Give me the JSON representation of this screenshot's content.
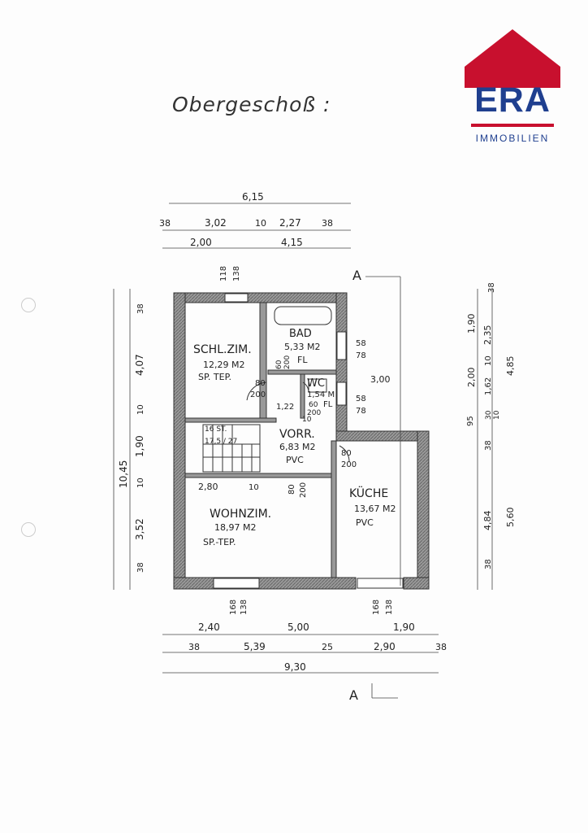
{
  "title": "Obergeschoß :",
  "logo": {
    "name": "ERA",
    "subtitle": "IMMOBILIEN",
    "colors": {
      "roof": "#c8102e",
      "text": "#1f3f8f",
      "bar": "#c8102e"
    }
  },
  "rooms": [
    {
      "name": "SCHL.ZIM.",
      "area": "12,29 M2",
      "floor": "SP. TEP."
    },
    {
      "name": "BAD",
      "area": "5,33 M2",
      "floor": "FL"
    },
    {
      "name": "WC",
      "area": "1,54 M",
      "floor": "FL"
    },
    {
      "name": "VORR.",
      "area": "6,83 M2",
      "floor": "PVC"
    },
    {
      "name": "KÜCHE",
      "area": "13,67 M2",
      "floor": "PVC"
    },
    {
      "name": "WOHNZIM.",
      "area": "18,97 M2",
      "floor": "SP.-TEP."
    }
  ],
  "stairs": {
    "steps": "16 ST.",
    "ratio": "17,5 / 27"
  },
  "section_marker": "A",
  "dims_top": {
    "total": "6,15",
    "a": "38",
    "b": "3,02",
    "c": "10",
    "d": "2,27",
    "e": "38",
    "f": "2,00",
    "g": "4,15"
  },
  "dims_window_top": {
    "a": "118",
    "b": "138"
  },
  "dims_left": {
    "total": "10,45",
    "a": "38",
    "b": "4,07",
    "c": "10",
    "d": "1,90",
    "e": "10",
    "f": "3,52",
    "g": "38"
  },
  "dims_right": {
    "a": "38",
    "b": "1,90",
    "c": "2,35",
    "d": "10",
    "e": "4,85",
    "f": "2,00",
    "g": "1,62",
    "h": "30",
    "i": "10",
    "j": "95",
    "k": "38",
    "l": "4,84",
    "m": "5,60",
    "n": "38"
  },
  "dims_inner": {
    "door_schl": {
      "w": "80",
      "h": "200"
    },
    "door_bad": {
      "w": "60",
      "h": "200"
    },
    "door_wc": {
      "w": "60",
      "h": "200"
    },
    "door_kueche": {
      "w": "80",
      "h": "200"
    },
    "door_wohn": {
      "w": "80",
      "h": "200"
    },
    "win_bad": {
      "w": "58",
      "h": "78"
    },
    "win_wc": {
      "w": "58",
      "h": "78"
    },
    "vorr_w": "1,22",
    "vorr_10": "10",
    "ext_300": "3,00",
    "wohn_w": "2,80",
    "wohn_10": "10"
  },
  "dims_bottom": {
    "win1_a": "168",
    "win1_b": "138",
    "win2_a": "168",
    "win2_b": "138",
    "r1_a": "2,40",
    "r1_b": "5,00",
    "r1_c": "1,90",
    "r2_a": "38",
    "r2_b": "5,39",
    "r2_c": "25",
    "r2_d": "2,90",
    "r2_e": "38",
    "total": "9,30"
  }
}
